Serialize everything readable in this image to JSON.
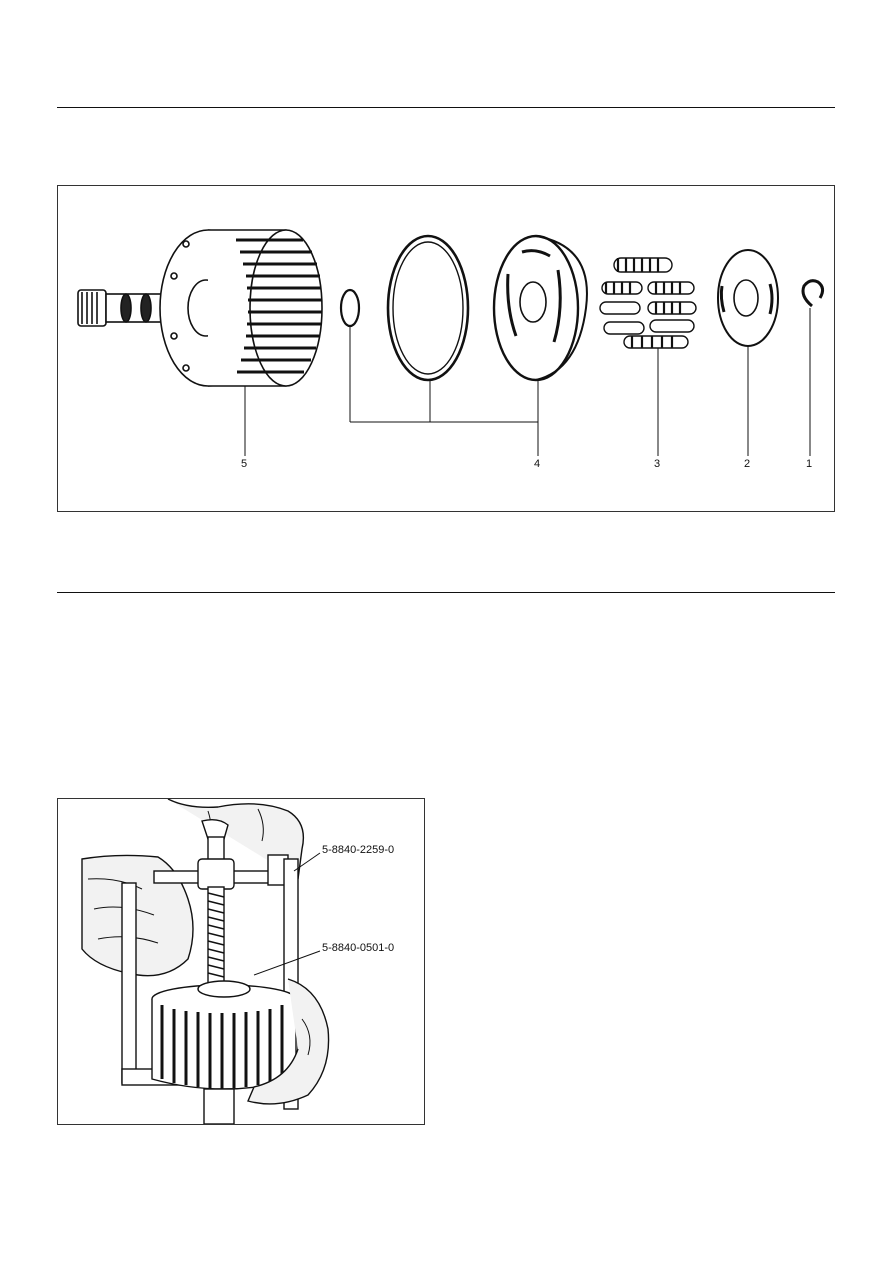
{
  "figure1": {
    "callouts": [
      "5",
      "4",
      "3",
      "2",
      "1"
    ]
  },
  "figure2": {
    "tool_labels": [
      "5-8840-2259-0",
      "5-8840-0501-0"
    ]
  },
  "icons": [
    "exploded-clutch-drawing",
    "spring-compressor-photo"
  ]
}
